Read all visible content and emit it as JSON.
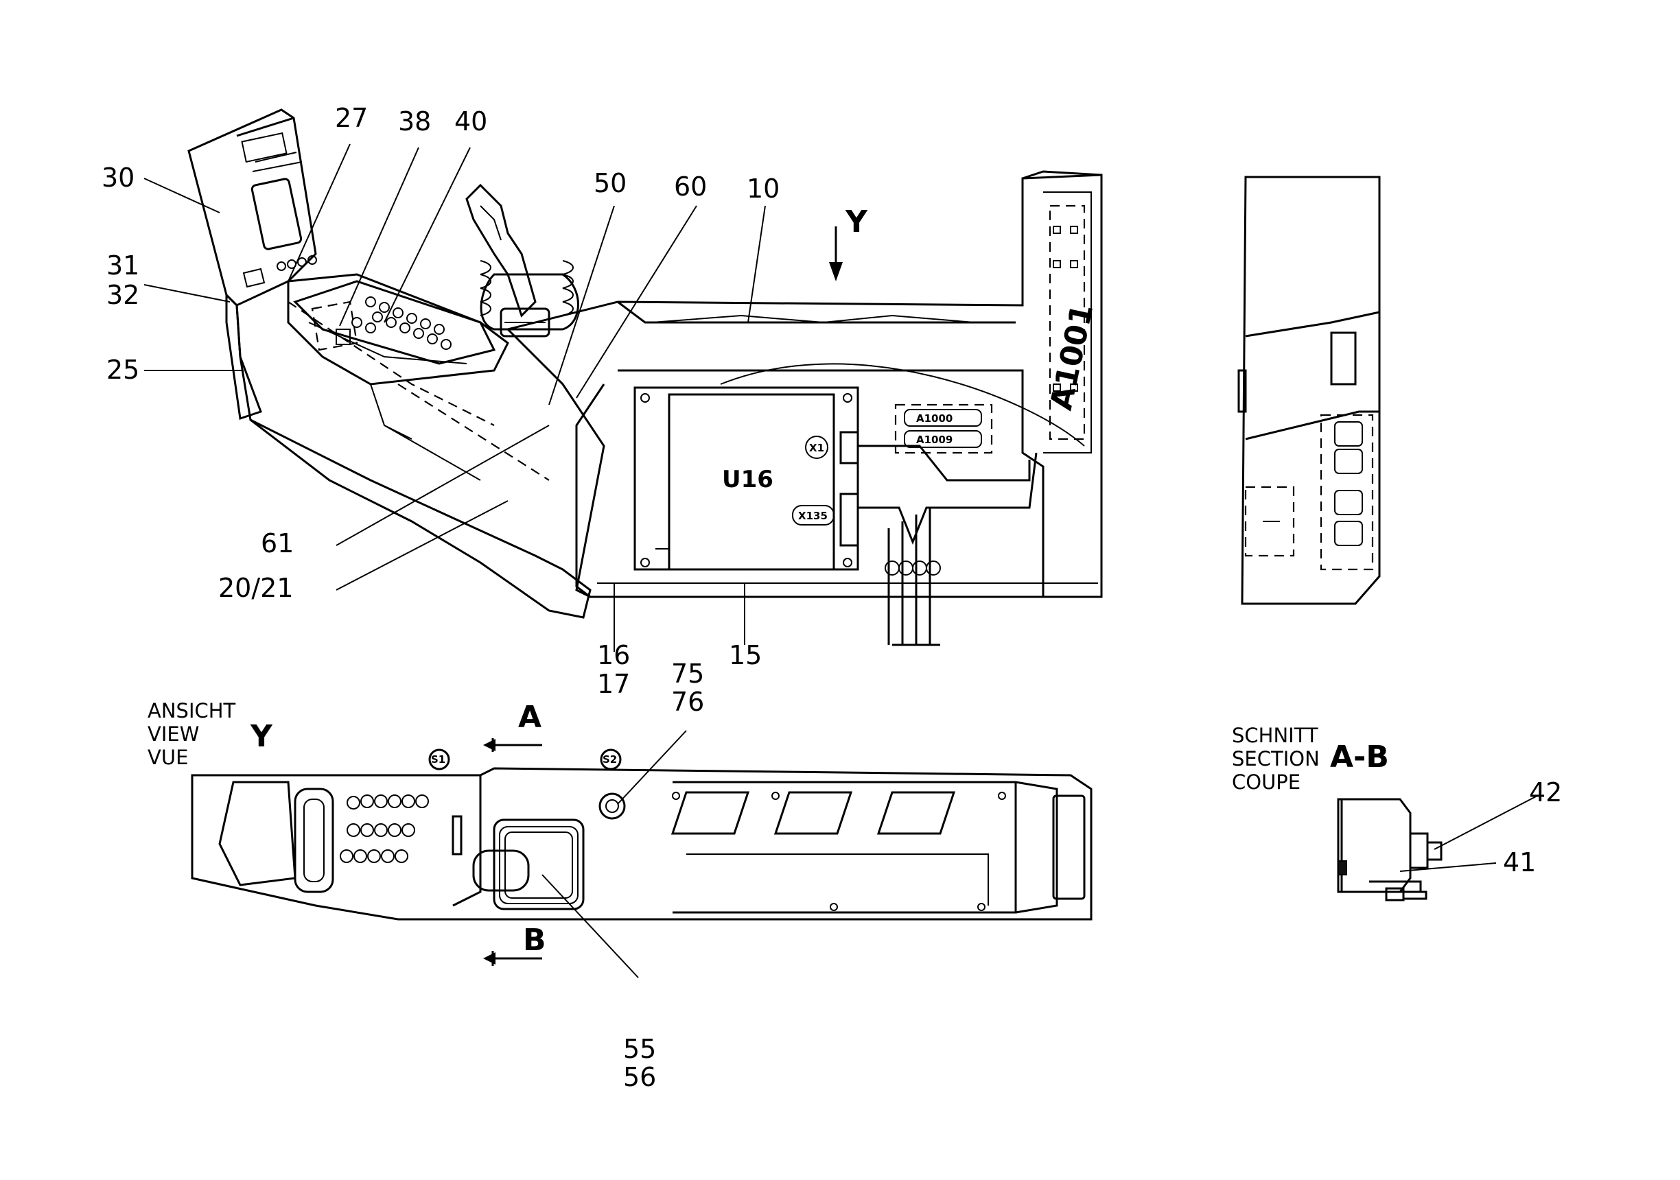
{
  "callouts": {
    "c30": "30",
    "c27": "27",
    "c38": "38",
    "c40": "40",
    "c31": "31",
    "c32": "32",
    "c25": "25",
    "c50": "50",
    "c60": "60",
    "c10": "10",
    "c61": "61",
    "c20_21": "20/21",
    "c16": "16",
    "c17": "17",
    "c15": "15",
    "c75": "75",
    "c76": "76",
    "c55": "55",
    "c56": "56",
    "c42": "42",
    "c41": "41"
  },
  "view_y": {
    "arrow_letter": "Y",
    "heading_de": "ANSICHT",
    "heading_en": "VIEW",
    "heading_fr": "VUE",
    "heading_letter": "Y"
  },
  "section_ab": {
    "heading_de": "SCHNITT",
    "heading_en": "SECTION",
    "heading_fr": "COUPE",
    "letters": "A-B",
    "marker_a": "A",
    "marker_b": "B"
  },
  "component_tags": {
    "u16": "U16",
    "a1001": "A1001",
    "a1000": "A1000",
    "a1009": "A1009",
    "x1": "X1",
    "x135": "X135",
    "s1": "S1",
    "s2": "S2"
  }
}
